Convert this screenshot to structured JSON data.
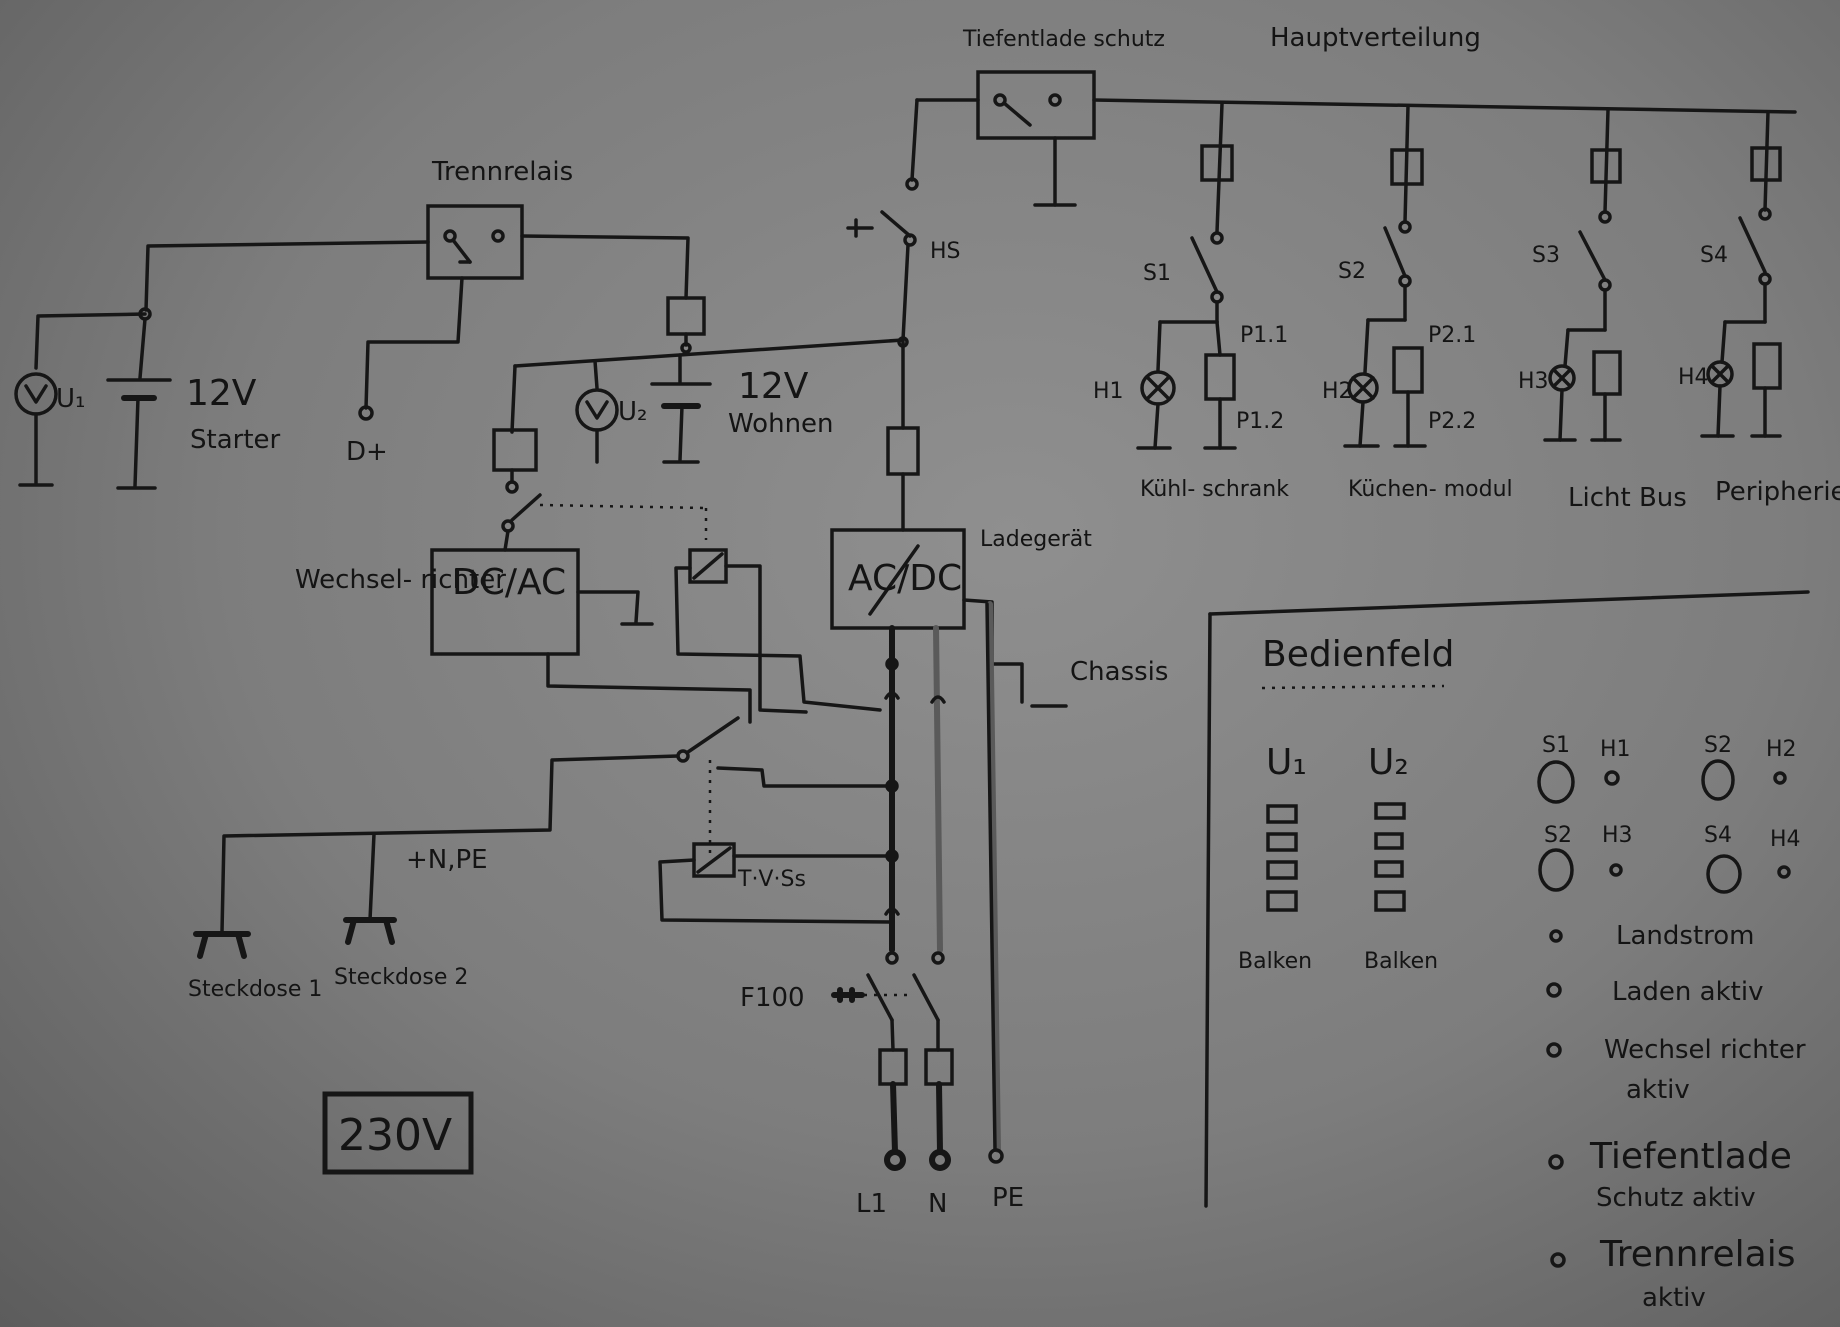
{
  "labels": {
    "tiefentladeschutz": "Tiefentlade schutz",
    "hauptverteilung": "Hauptverteilung",
    "trennrelais": "Trennrelais",
    "u1": "U₁",
    "u2": "U₂",
    "battery_starter_voltage": "12V",
    "battery_starter_name": "Starter",
    "battery_wohnen_voltage": "12V",
    "battery_wohnen_name": "Wohnen",
    "d_plus": "D+",
    "hs": "HS",
    "wechselrichter": "Wechsel- richter",
    "dc_ac": "DC/AC",
    "ladegeraet": "Ladegerät",
    "ac_dc": "AC/DC",
    "chassis": "Chassis",
    "n_pe": "+N,PE",
    "steckdose1": "Steckdose 1",
    "steckdose2": "Steckdose 2",
    "tvss": "T·V·Ss",
    "f100": "F100",
    "l1": "L1",
    "n": "N",
    "pe": "PE",
    "v230": "230V"
  },
  "circuits": [
    {
      "switch": "S1",
      "lamp": "H1",
      "contact_top": "P1.1",
      "contact_bottom": "P1.2",
      "name": "Kühl- schrank"
    },
    {
      "switch": "S2",
      "lamp": "H2",
      "contact_top": "P2.1",
      "contact_bottom": "P2.2",
      "name": "Küchen- modul"
    },
    {
      "switch": "S3",
      "lamp": "H3",
      "contact_top": "",
      "contact_bottom": "",
      "name": "Licht Bus"
    },
    {
      "switch": "S4",
      "lamp": "H4",
      "contact_top": "",
      "contact_bottom": "",
      "name": "Peripherie"
    }
  ],
  "panel": {
    "title": "Bedienfeld",
    "u1": "U₁",
    "u2": "U₂",
    "u1_caption": "Balken",
    "u2_caption": "Balken",
    "switches": [
      {
        "switch": "S1",
        "lamp": "H1"
      },
      {
        "switch": "S2",
        "lamp": "H2"
      },
      {
        "switch": "S2",
        "lamp": "H3"
      },
      {
        "switch": "S4",
        "lamp": "H4"
      }
    ],
    "indicators": [
      {
        "text": "Landstrom",
        "text2": ""
      },
      {
        "text": "Laden aktiv",
        "text2": ""
      },
      {
        "text": "Wechsel richter",
        "text2": "aktiv"
      },
      {
        "text": "Tiefentlade",
        "text2": "Schutz aktiv"
      },
      {
        "text": "Trennrelais",
        "text2": "aktiv"
      }
    ]
  }
}
